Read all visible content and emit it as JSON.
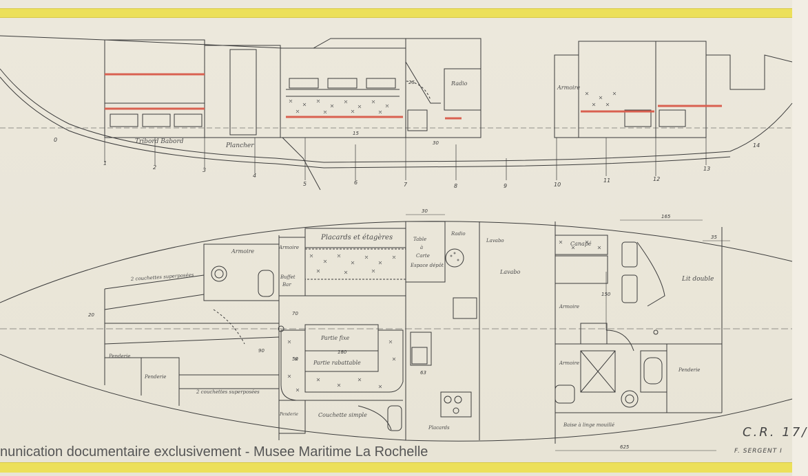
{
  "profile_labels": {
    "tribord_babord": "Tribord   Babord",
    "plancher": "Plancher",
    "radio": "Radio",
    "armoire": "Armoire",
    "dim_25": "25",
    "dim_30": "30",
    "dim_15": "15"
  },
  "stations_profile": [
    "0",
    "1",
    "2",
    "3",
    "4",
    "5",
    "6",
    "7",
    "8",
    "9",
    "10",
    "11",
    "12",
    "13",
    "14"
  ],
  "plan_labels": {
    "armoire_1": "Armoire",
    "armoire_2": "Armoire",
    "couchettes_1": "2 couchettes superposées",
    "couchettes_2": "2 couchettes superposées",
    "buffet_bar": "Buffet\nBar",
    "placards_etageres": "Placards et étagères",
    "table_carte": "Table\nà\nCarte",
    "espace_depot": "Espace dépôt",
    "radio": "Radio",
    "lavabo_1": "Lavabo",
    "lavabo_2": "Lavabo",
    "partie_fixe": "Partie fixe",
    "partie_rabattable": "Partie rabattable",
    "penderie_1": "Penderie",
    "penderie_2": "Penderie",
    "penderie_3": "Penderie",
    "penderie_4": "Penderie",
    "couchette_simple": "Couchette simple",
    "placards": "Placards",
    "lit_double": "Lit double",
    "canape": "Canapé",
    "armoire_3": "Armoire",
    "armoire_4": "Armoire",
    "baise_linge": "Baise à linge mouillé"
  },
  "dimensions_plan": {
    "d30_top": "30",
    "d165": "165",
    "d35": "35",
    "d180": "180",
    "d63": "63",
    "d625": "625",
    "d150": "150",
    "d90": "90",
    "d50": "50",
    "d70": "70",
    "d20": "20"
  },
  "title_block": {
    "reference": "C.R. 17/",
    "author": "F. SERGENT I"
  },
  "watermark": "nunication documentaire exclusivement - Musee Maritime La Rochelle",
  "colors": {
    "paper": "#ece8dc",
    "ink": "#3a3a3a",
    "red_accent": "#d96050",
    "tape": "#ece05a"
  }
}
